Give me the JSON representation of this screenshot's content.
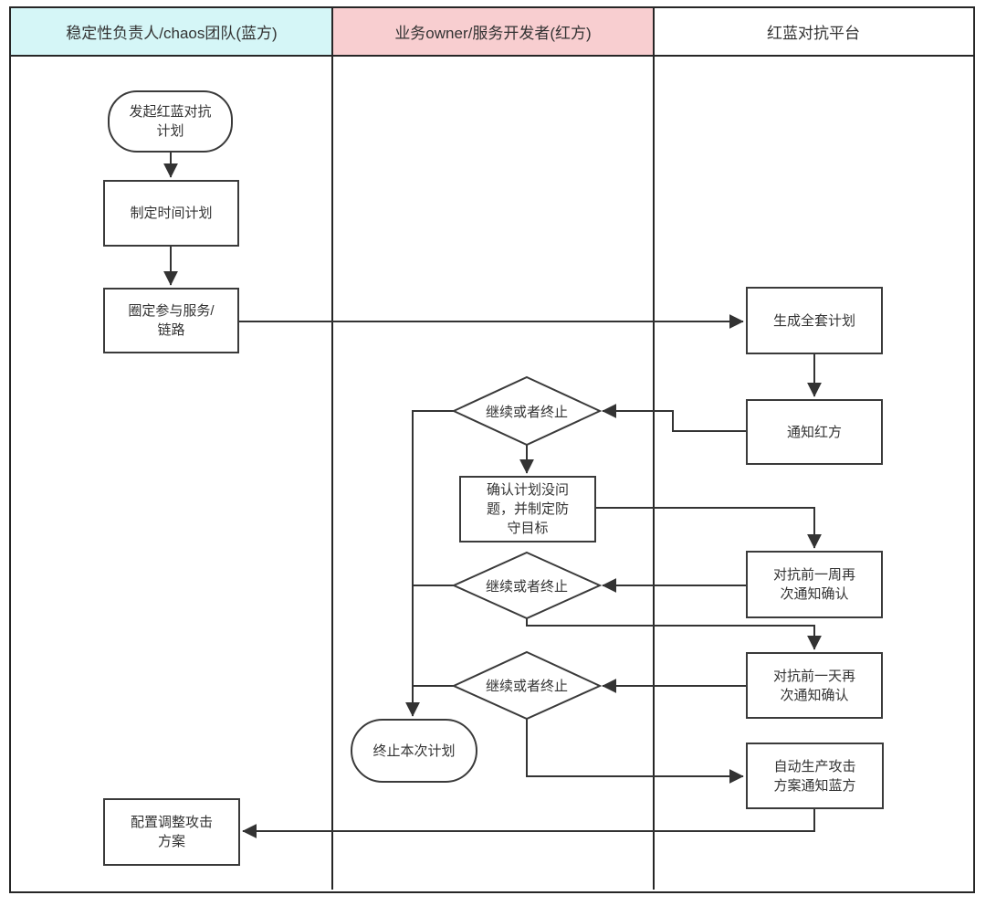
{
  "diagram": {
    "type": "flowchart-swimlane",
    "lanes": [
      {
        "title": "稳定性负责人/chaos团队(蓝方)",
        "color": "#d5f6f7"
      },
      {
        "title": "业务owner/服务开发者(红方)",
        "color": "#f8ced0"
      },
      {
        "title": "红蓝对抗平台",
        "color": "#ffffff"
      }
    ],
    "nodes": {
      "start": "发起红蓝对抗\n计划",
      "make_time_plan": "制定时间计划",
      "scope_services": "圈定参与服务/\n链路",
      "adjust_attack_plan": "配置调整攻击\n方案",
      "decision_1": "继续或者终止",
      "confirm_plan": "确认计划没问\n题，并制定防\n守目标",
      "decision_2": "继续或者终止",
      "decision_3": "继续或者终止",
      "terminate_plan": "终止本次计划",
      "generate_full_plan": "生成全套计划",
      "notify_red_team": "通知红方",
      "notify_week_before": "对抗前一周再\n次通知确认",
      "notify_day_before": "对抗前一天再\n次通知确认",
      "auto_generate_attack": "自动生产攻击\n方案通知蓝方"
    },
    "colors": {
      "lane_blue_header": "#d5f6f7",
      "lane_red_header": "#f8ced0",
      "frame_border": "#262626",
      "node_border": "#3a3a3a",
      "connector": "#333333",
      "text": "#333333"
    }
  }
}
